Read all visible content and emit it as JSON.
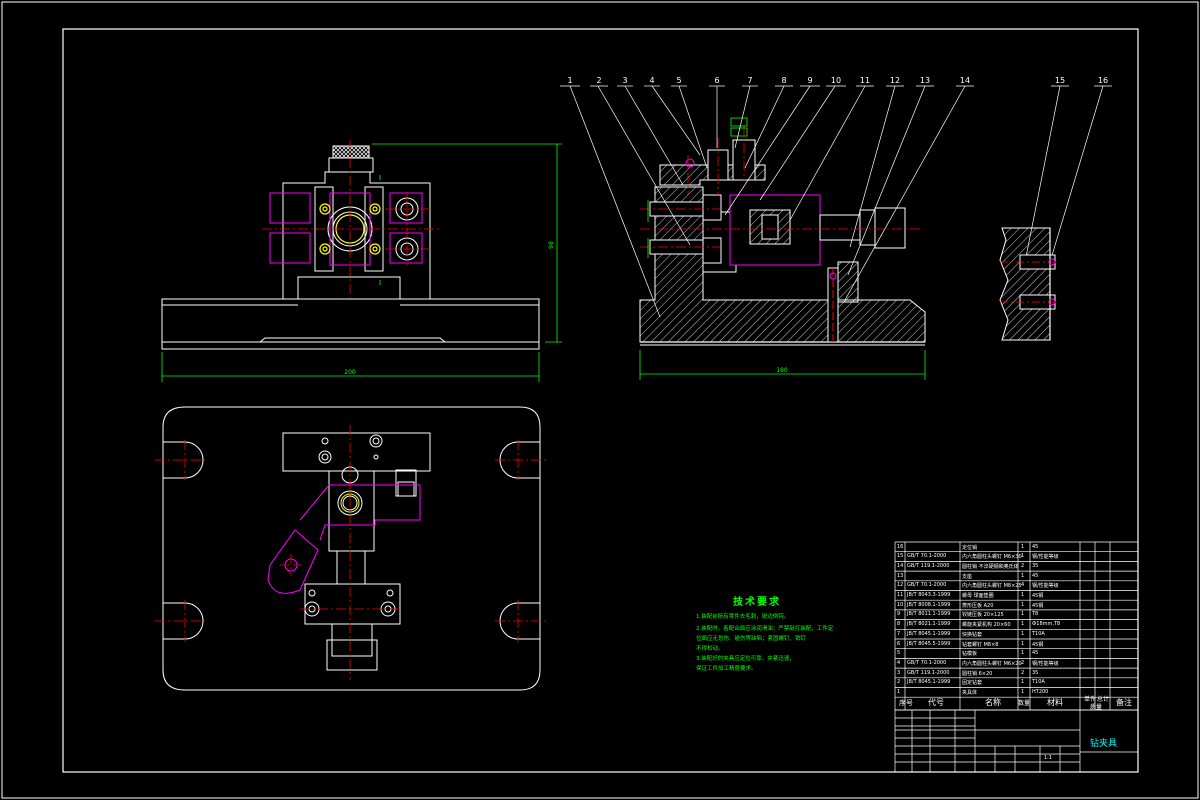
{
  "balloons": [
    "1",
    "2",
    "3",
    "4",
    "5",
    "6",
    "7",
    "8",
    "9",
    "10",
    "11",
    "12",
    "13",
    "14",
    "15",
    "16"
  ],
  "dimensions": {
    "front_width": "200",
    "front_height": "98",
    "side_width": "180"
  },
  "tech_requirements": {
    "title": "技术要求",
    "lines": [
      "1.装配前所有零件去毛刺，锐边倒钝。",
      "2.装配时，各配合面应涂润滑油；严禁敲打装配，工件定",
      "  位面应无划伤、碰伤等缺陷；紧固螺钉、销钉",
      "  不得松动。",
      "3.装配好的夹具应定位可靠，夹紧迅速，",
      "  保证工件加工精度要求。"
    ]
  },
  "bom_rows": [
    {
      "no": "16",
      "code": "",
      "name": "定位销",
      "qty": "1",
      "material": "45"
    },
    {
      "no": "15",
      "code": "GB/T 70.1-2000",
      "name": "内六角圆柱头螺钉 M6×30",
      "qty": "1",
      "material": "钢/性能等级"
    },
    {
      "no": "14",
      "code": "GB/T 119.1-2000",
      "name": "圆柱销 不淬硬钢和奥氏体",
      "qty": "2",
      "material": "35"
    },
    {
      "no": "13",
      "code": "",
      "name": "支座",
      "qty": "1",
      "material": "45"
    },
    {
      "no": "12",
      "code": "GB/T 70.1-2000",
      "name": "内六角圆柱头螺钉 M8×25",
      "qty": "4",
      "material": "钢/性能等级"
    },
    {
      "no": "11",
      "code": "JB/T 8043.3-1999",
      "name": "螺母 球面垫圈",
      "qty": "1",
      "material": "45钢"
    },
    {
      "no": "10",
      "code": "JB/T 8008.1-1999",
      "name": "菱形压板 A20",
      "qty": "1",
      "material": "45钢"
    },
    {
      "no": "9",
      "code": "JB/T 8011.1-1999",
      "name": "铰链压板 20×125",
      "qty": "1",
      "material": "T8"
    },
    {
      "no": "8",
      "code": "JB/T 8021.1-1999",
      "name": "螺旋夹紧机构 20×60",
      "qty": "1",
      "material": "Ф18mm,T8"
    },
    {
      "no": "7",
      "code": "JB/T 8045.1-1999",
      "name": "快换钻套",
      "qty": "1",
      "material": "T10A"
    },
    {
      "no": "6",
      "code": "JB/T 8045.5-1999",
      "name": "钻套螺钉 M8×8",
      "qty": "1",
      "material": "45钢"
    },
    {
      "no": "5",
      "code": "",
      "name": "钻模板",
      "qty": "1",
      "material": "45"
    },
    {
      "no": "4",
      "code": "GB/T 70.1-2000",
      "name": "内六角圆柱头螺钉 M6×20",
      "qty": "2",
      "material": "钢/性能等级"
    },
    {
      "no": "3",
      "code": "GB/T 119.1-2000",
      "name": "圆柱销 6×20",
      "qty": "2",
      "material": "35"
    },
    {
      "no": "2",
      "code": "JB/T 8045.1-1999",
      "name": "固定钻套",
      "qty": "1",
      "material": "T10A"
    },
    {
      "no": "1",
      "code": "",
      "name": "夹具体",
      "qty": "1",
      "material": "HT200"
    }
  ],
  "bom_header": {
    "no": "序号",
    "code": "代号",
    "name": "名称",
    "qty": "数量",
    "material": "材料",
    "unit_mass": "单件",
    "total_mass": "总计",
    "mass_label": "质量",
    "remark": "备注"
  },
  "title_block": {
    "drawing_name": "钻夹具",
    "scale": "1:1"
  },
  "colors": {
    "outline": "#ffffff",
    "section": "#ffffff",
    "dimension": "#00ff00",
    "centerline": "#ff0000",
    "hidden": "#ff00ff",
    "fastener": "#ffff00",
    "cyan": "#00ffff"
  }
}
